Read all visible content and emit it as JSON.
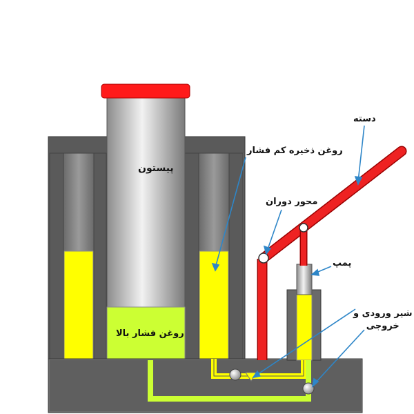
{
  "labels": {
    "piston": "پیستون",
    "high_pressure_oil": "روغن فشار بالا",
    "low_pressure_reservoir_oil": "روغن ذخیره کم فشار",
    "handle": "دسته",
    "pivot_axis": "محور دوران",
    "pump": "پمپ",
    "valve_line1": "شیر ورودی و",
    "valve_line2": "خروجی"
  },
  "colors": {
    "body_dark": "#5a5a5a",
    "body_light": "#8a8a8a",
    "oil_yellow": "#ffff00",
    "oil_green": "#ccff33",
    "handle_red": "#ee2222",
    "cap_red": "#ff1a1a",
    "piston_silver": "#c8c8c8",
    "callout_blue": "#2e86c8"
  }
}
